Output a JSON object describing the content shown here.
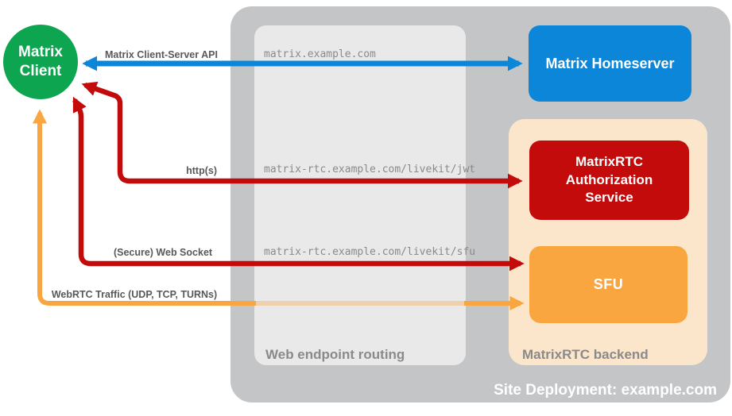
{
  "colors": {
    "green": "#0ea551",
    "blue": "#0b86d9",
    "red": "#c40b0c",
    "orange": "#f9a640",
    "orange-pale": "#eed1ac",
    "peach": "#fce6cb",
    "outer-gray": "#c4c5c7",
    "inner-gray": "#e9e9e9",
    "label-gray": "#58595b",
    "muted-gray": "#8a8a8a"
  },
  "nodes": {
    "client": {
      "line1": "Matrix",
      "line2": "Client"
    },
    "homeserver": {
      "label": "Matrix Homeserver"
    },
    "auth": {
      "label": "MatrixRTC Authorization Service"
    },
    "sfu": {
      "label": "SFU"
    }
  },
  "containers": {
    "site": {
      "label": "Site Deployment: example.com"
    },
    "web_routing": {
      "label": "Web endpoint routing"
    },
    "backend": {
      "label": "MatrixRTC backend"
    }
  },
  "arrows": {
    "client_server": {
      "label": "Matrix Client-Server API",
      "endpoint": "matrix.example.com"
    },
    "http": {
      "label": "http(s)",
      "endpoint": "matrix-rtc.example.com/livekit/jwt"
    },
    "websocket": {
      "label": "(Secure) Web Socket",
      "endpoint": "matrix-rtc.example.com/livekit/sfu"
    },
    "webrtc": {
      "label": "WebRTC Traffic (UDP, TCP, TURNs)"
    }
  }
}
